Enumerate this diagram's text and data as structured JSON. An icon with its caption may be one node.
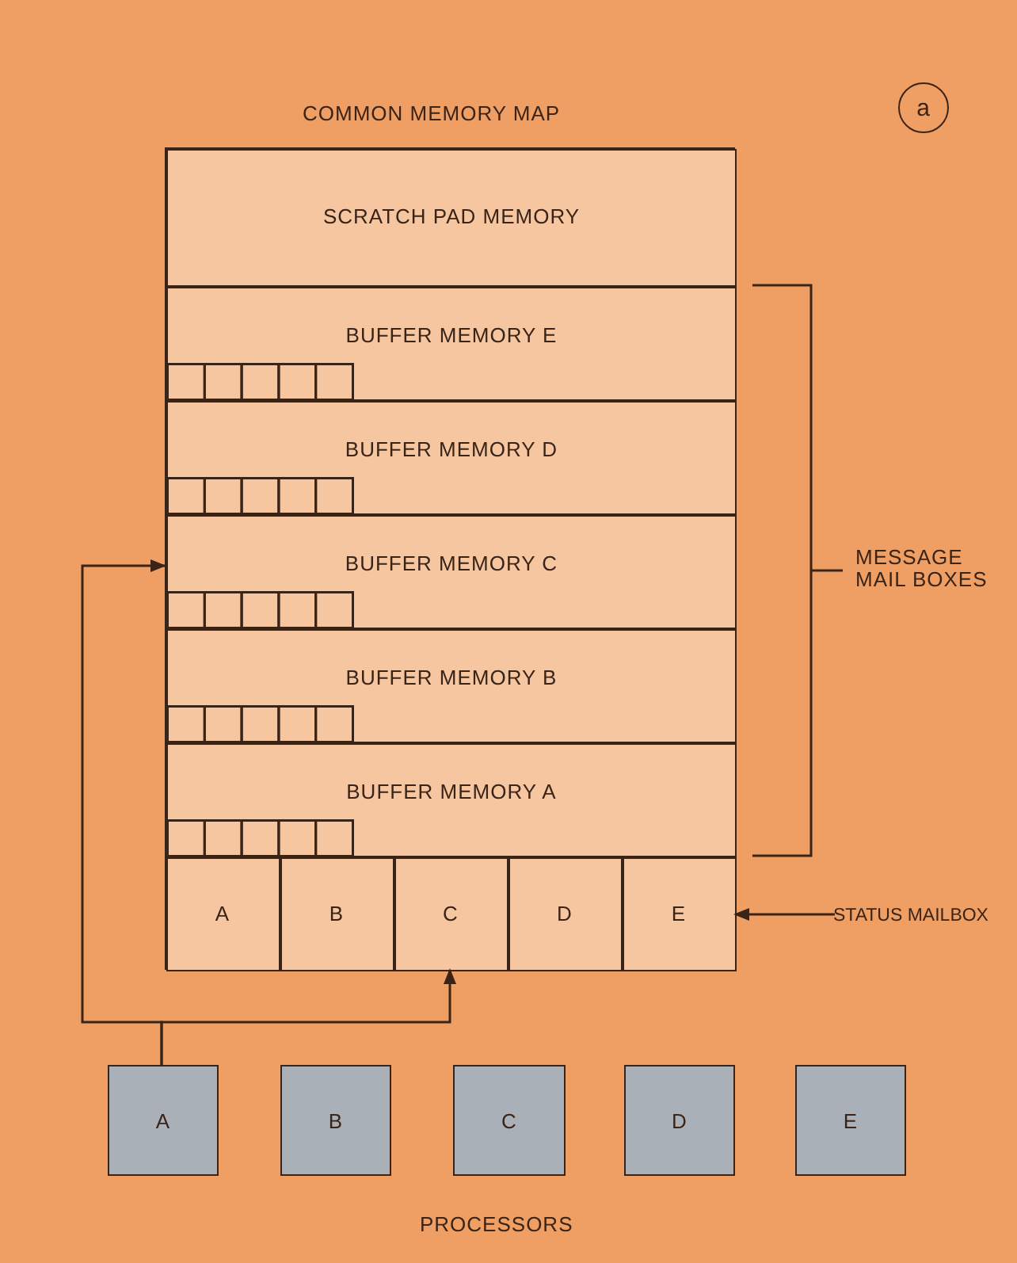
{
  "diagram": {
    "nodes": [
      {
        "text": [
          "COMMON MEMORY MAP"
        ]
      },
      {
        "text": [
          "SCRATCH PAD MEMORY"
        ],
        "in": 0
      },
      {
        "text": [
          "BUFFER MEMORY E"
        ],
        "in": 0
      },
      {
        "text": [
          "BUFFER MEMORY D"
        ],
        "in": 0
      },
      {
        "text": [
          "BUFFER MEMORY C"
        ],
        "in": 0
      },
      {
        "text": [
          "BUFFER MEMORY B"
        ],
        "in": 0
      },
      {
        "text": [
          "BUFFER MEMORY A"
        ],
        "in": 0
      },
      {
        "text": [],
        "shape": "box",
        "in": 0
      },
      {
        "text": [
          "A"
        ],
        "in": 7
      },
      {
        "text": [
          "B"
        ],
        "in": 7
      },
      {
        "text": [
          "C"
        ],
        "in": 7
      },
      {
        "text": [
          "D"
        ],
        "in": 7
      },
      {
        "text": [
          "E"
        ],
        "in": 7
      },
      {
        "text": [
          "STATUS MAILBOX"
        ]
      },
      {
        "text": [
          "A"
        ]
      },
      {
        "text": [
          "B"
        ]
      },
      {
        "text": [
          "C"
        ]
      },
      {
        "text": [
          "D"
        ]
      },
      {
        "text": [
          "E"
        ]
      }
    ],
    "edges": [
      {
        "from": 14,
        "to": 4,
        "arrow": "to"
      },
      {
        "from": 14,
        "to": 10,
        "arrow": "to"
      },
      {
        "from": 13,
        "to": 7,
        "arrow": "to"
      }
    ],
    "labels": [
      "a",
      "MESSAGE MAIL BOXES",
      "PROCESSORS"
    ]
  }
}
